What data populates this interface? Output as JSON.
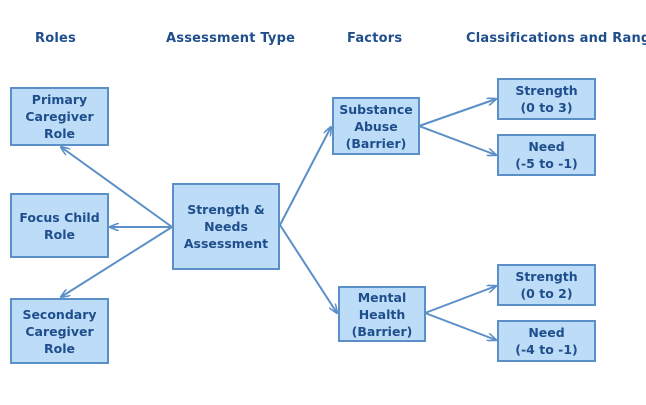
{
  "headers": {
    "roles": "Roles",
    "assessment_type": "Assessment Type",
    "factors": "Factors",
    "classifications": "Classifications and Ranges"
  },
  "nodes": {
    "primary_caregiver": "Primary\nCaregiver\nRole",
    "focus_child": "Focus Child\nRole",
    "secondary_caregiver": "Secondary\nCaregiver\nRole",
    "assessment": "Strength &\nNeeds\nAssessment",
    "substance_abuse": "Substance\nAbuse\n(Barrier)",
    "mental_health": "Mental\nHealth\n(Barrier)",
    "sa_strength": "Strength\n(0 to 3)",
    "sa_need": "Need\n(-5 to -1)",
    "mh_strength": "Strength\n(0 to 2)",
    "mh_need": "Need\n(-4 to -1)"
  },
  "colors": {
    "box_fill": "#bddcf7",
    "box_border": "#5b8fc7",
    "text": "#1f4e8c",
    "arrow": "#5b8fc7"
  }
}
